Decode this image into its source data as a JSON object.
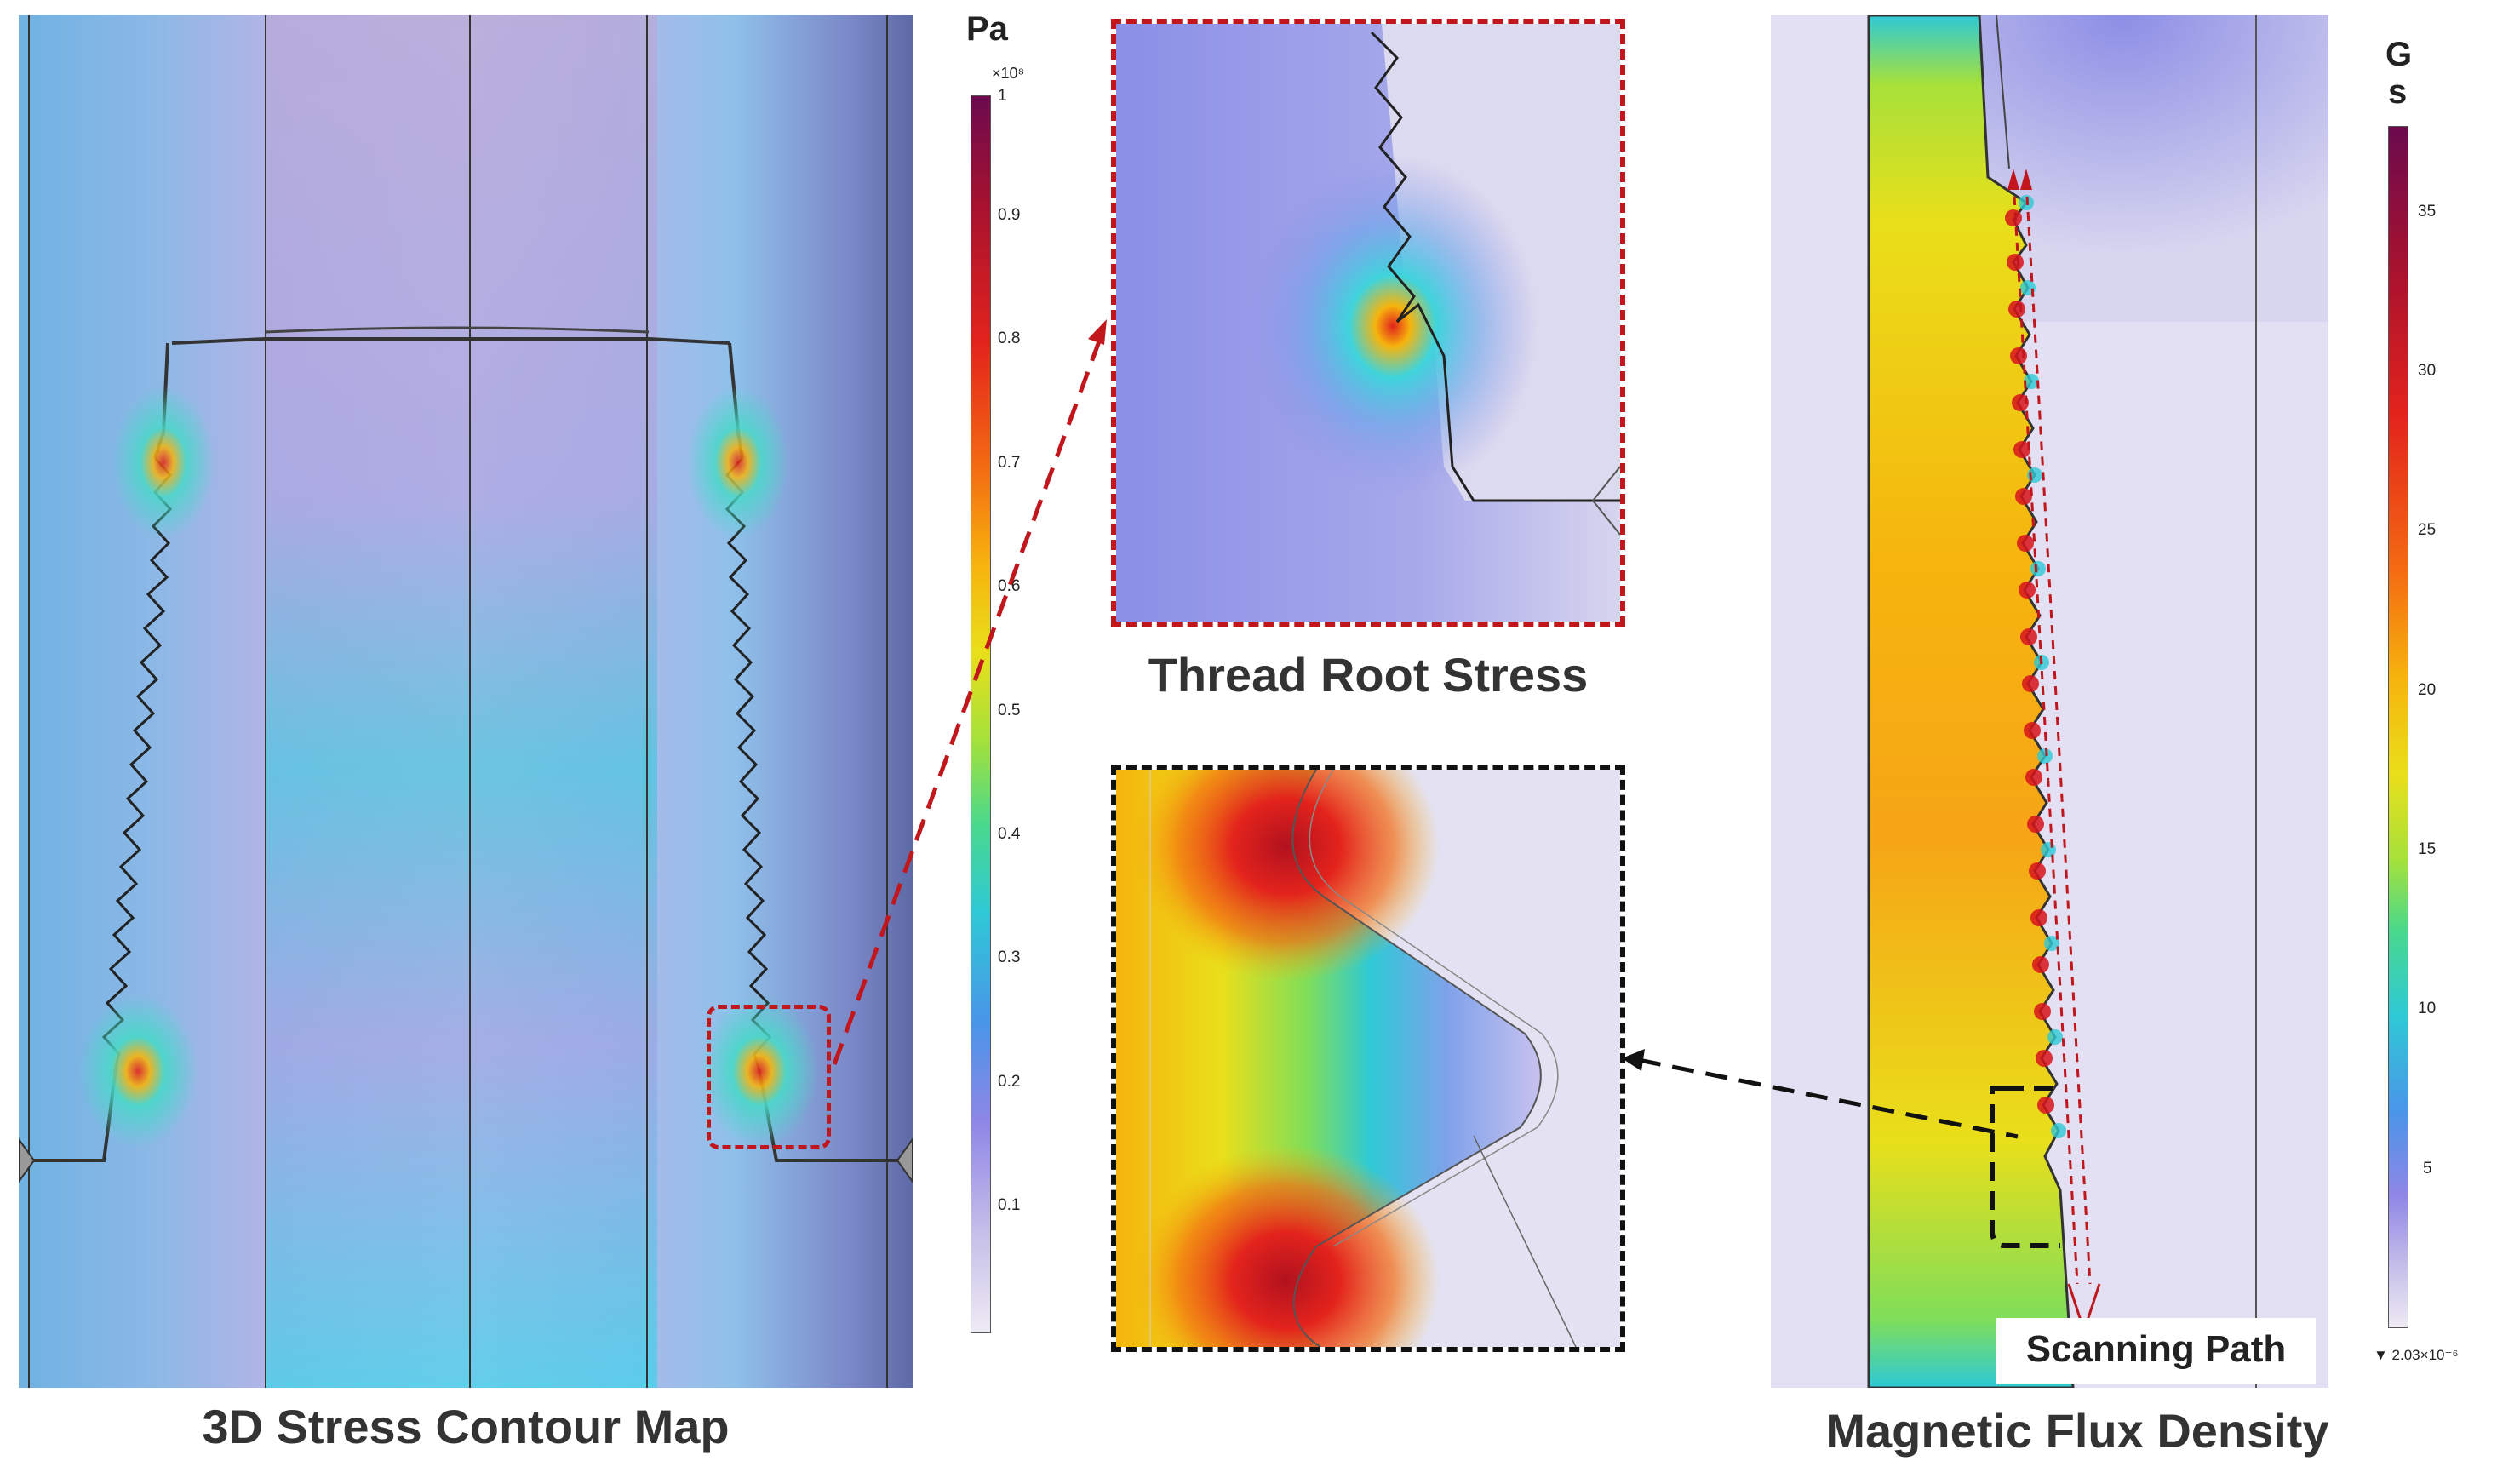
{
  "captions": {
    "stress_map": "3D Stress Contour Map",
    "thread_root": "Thread Root Stress",
    "magnetic": "Magnetic Flux Density",
    "scanning_path": "Scanning Path"
  },
  "stress_colorbar": {
    "unit": "Pa",
    "exponent": "×10⁸",
    "ticks": [
      "1",
      "0.9",
      "0.8",
      "0.7",
      "0.6",
      "0.5",
      "0.4",
      "0.3",
      "0.2",
      "0.1"
    ],
    "colors": [
      "#6b0a4e",
      "#a8122e",
      "#e3231c",
      "#f46b12",
      "#f6b40d",
      "#e9df1a",
      "#a6e13a",
      "#49d88d",
      "#2ec9d6",
      "#4a95e8",
      "#8f86e6",
      "#c6bfe9",
      "#eeeaf4"
    ]
  },
  "flux_colorbar": {
    "unit_line1": "G",
    "unit_line2": "s",
    "ticks": [
      "35",
      "30",
      "25",
      "20",
      "15",
      "10",
      "5"
    ],
    "min_label": "▼ 2.03×10⁻⁶",
    "colors": [
      "#6b0a4e",
      "#a8122e",
      "#e3231c",
      "#f46b12",
      "#f6b40d",
      "#e9df1a",
      "#a6e13a",
      "#49d88d",
      "#2ec9d6",
      "#4a95e8",
      "#8f86e6",
      "#c6bfe9",
      "#eeeaf4"
    ]
  }
}
